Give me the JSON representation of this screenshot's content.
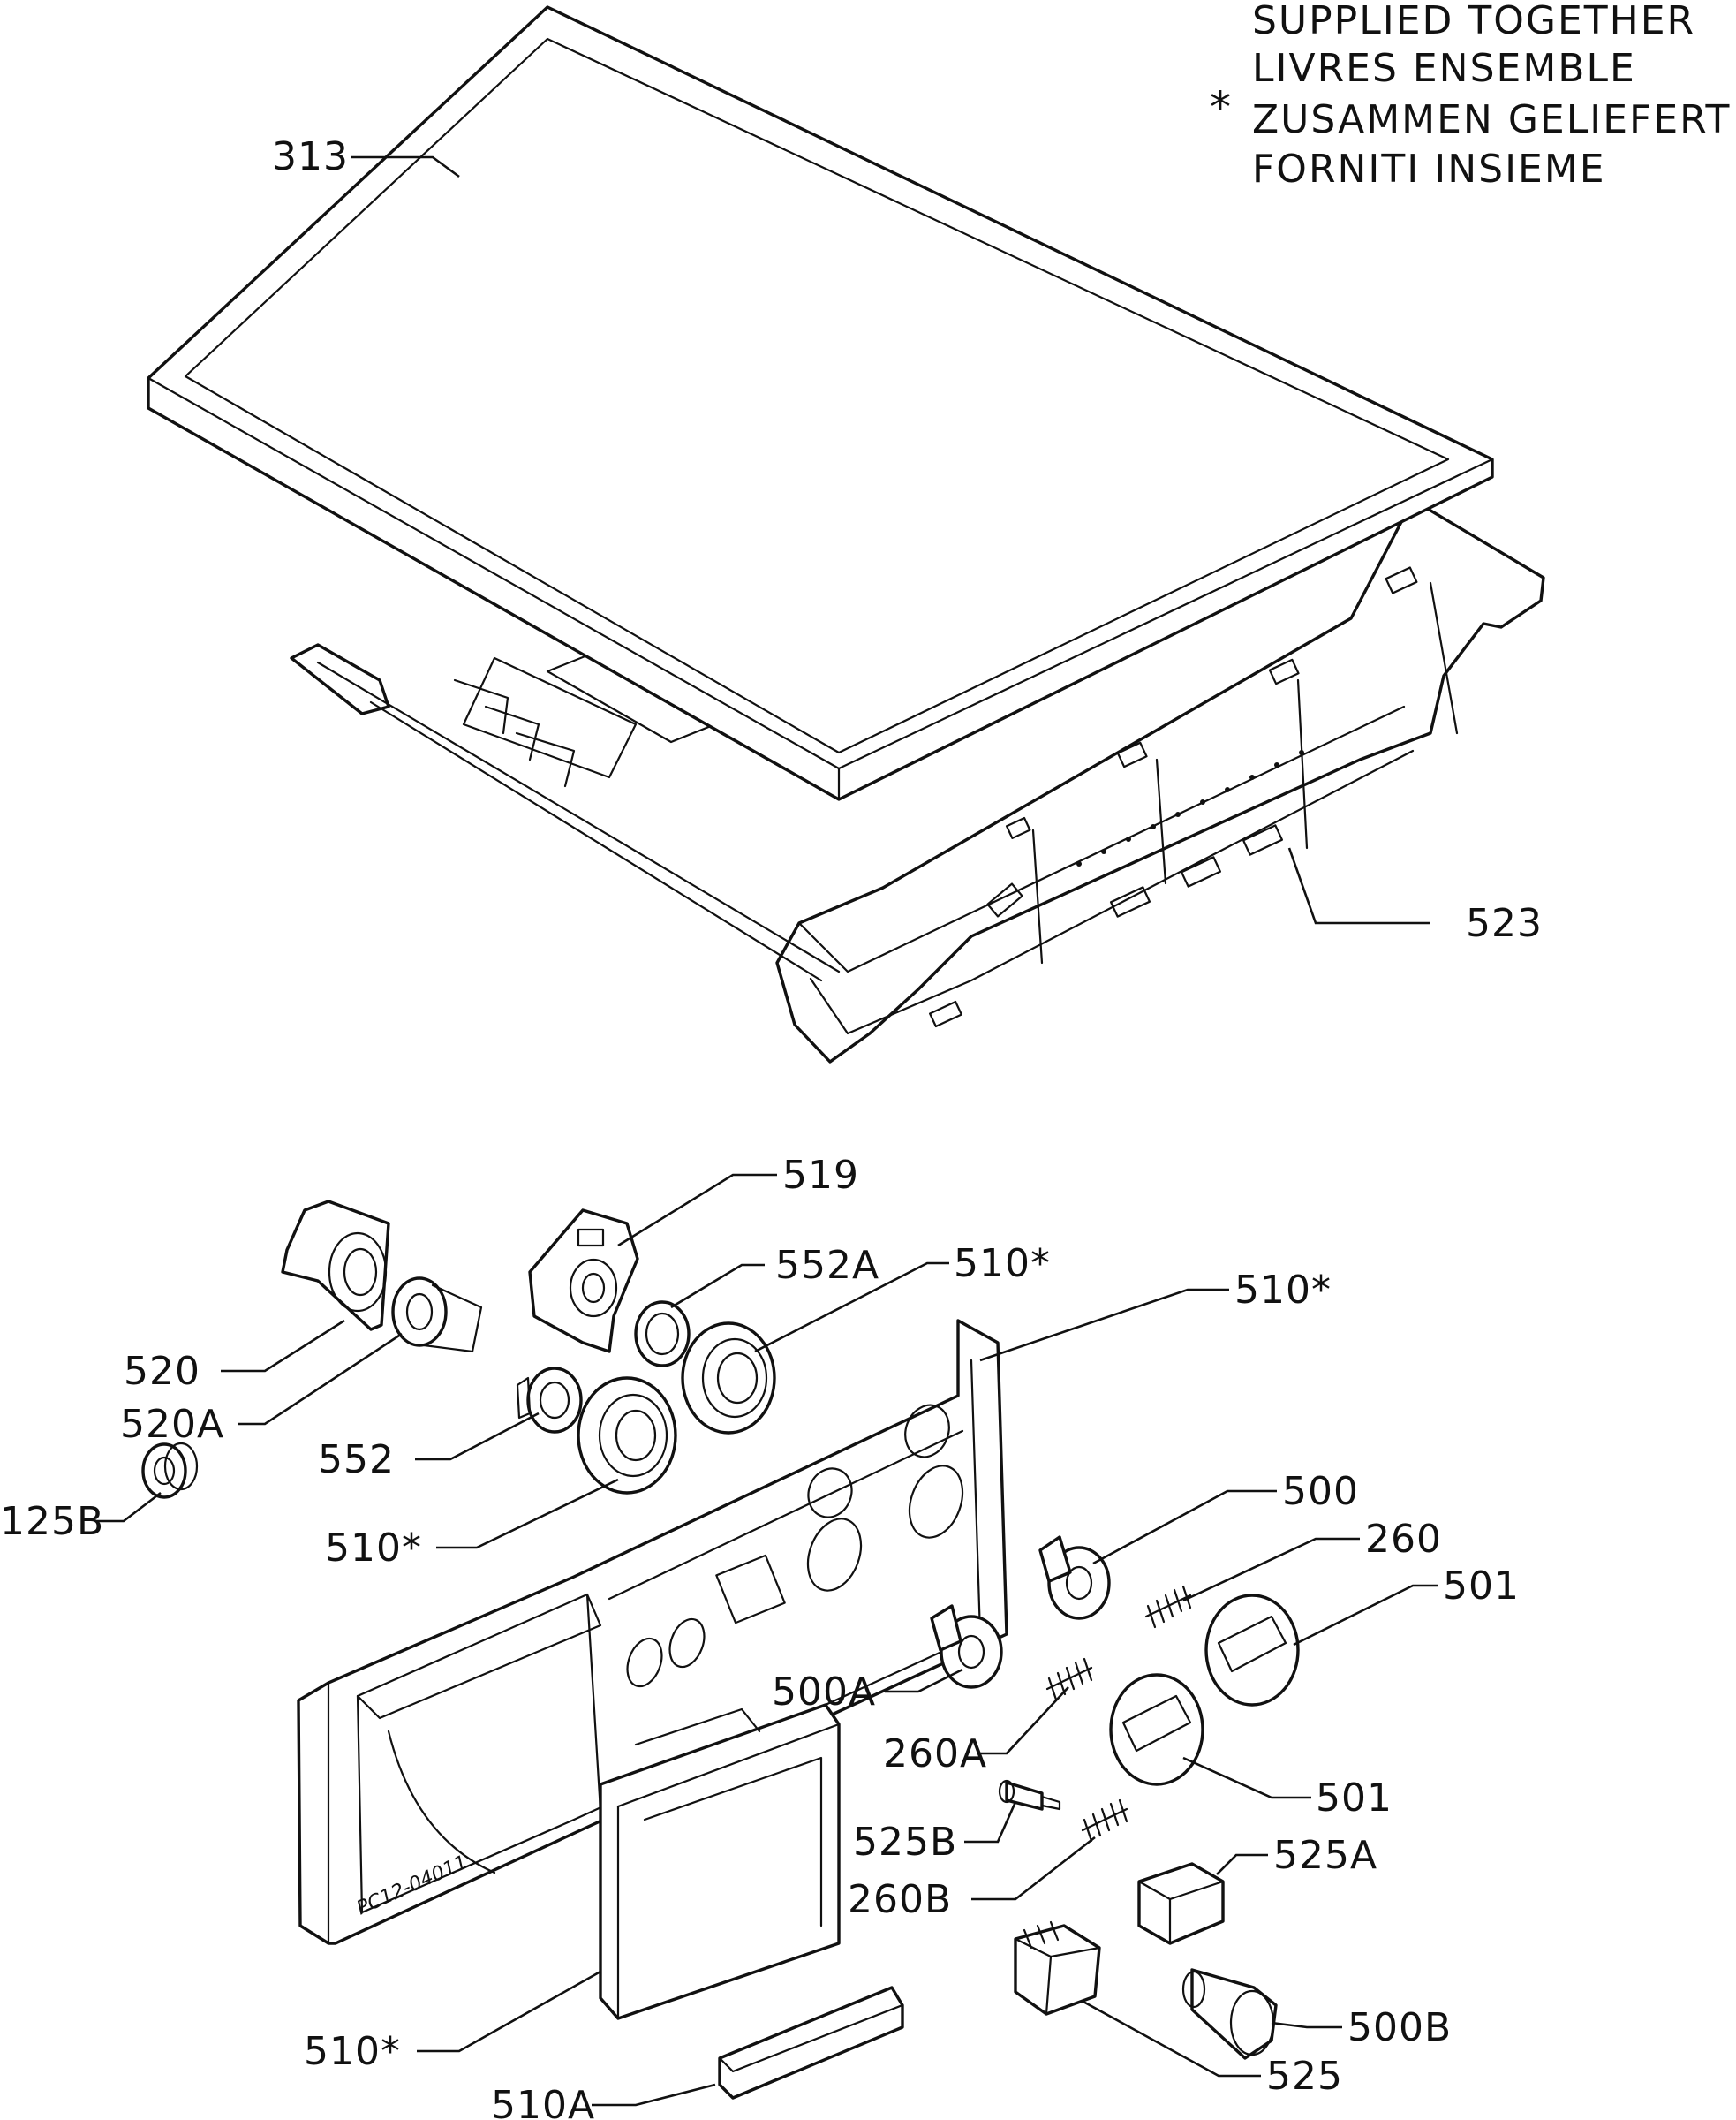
{
  "legend": {
    "marker": "*",
    "lines": [
      "SUPPLIED TOGETHER",
      "LIVRES ENSEMBLE",
      "ZUSAMMEN GELIEFERT",
      "FORNITI INSIEME"
    ]
  },
  "drawing_code": "PC12-04011",
  "callouts": {
    "c313": "313",
    "c523": "523",
    "c519": "519",
    "c552A": "552A",
    "c510_a": "510*",
    "c510_b": "510*",
    "c520": "520",
    "c520A": "520A",
    "c125B": "125B",
    "c552": "552",
    "c510_c": "510*",
    "c500": "500",
    "c260": "260",
    "c501_a": "501",
    "c500A": "500A",
    "c260A": "260A",
    "c501_b": "501",
    "c525B": "525B",
    "c525A": "525A",
    "c260B": "260B",
    "c500B": "500B",
    "c510_d": "510*",
    "c525": "525",
    "c510A": "510A"
  }
}
